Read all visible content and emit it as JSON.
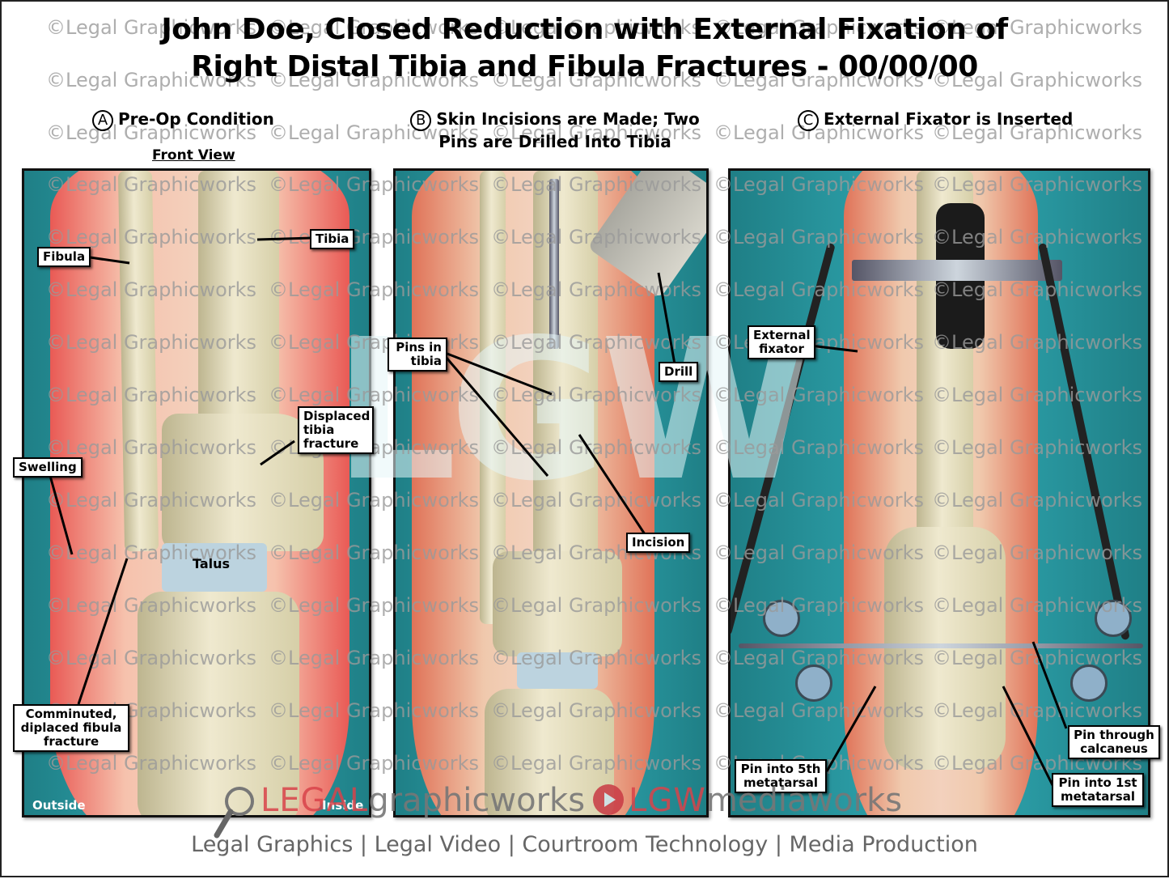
{
  "title": {
    "line1": "John Doe, Closed Reduction with External Fixation of",
    "line2": "Right Distal Tibia and Fibula Fractures - 00/00/00"
  },
  "watermark": "©Legal Graphicworks",
  "center_watermark": "LGW",
  "panels": [
    {
      "letter": "A",
      "heading": "Pre-Op Condition",
      "subheading": "Front View",
      "labels": {
        "fibula": "Fibula",
        "tibia": "Tibia",
        "displaced_tibia_fracture": "Displaced tibia fracture",
        "swelling": "Swelling",
        "talus": "Talus",
        "comminuted": "Comminuted, diplaced fibula fracture",
        "outside": "Outside",
        "inside": "Inside"
      }
    },
    {
      "letter": "B",
      "heading_line1": "Skin Incisions are Made; Two",
      "heading_line2": "Pins are Drilled Into Tibia",
      "labels": {
        "pins_in_tibia": "Pins in tibia",
        "drill": "Drill",
        "incision": "Incision"
      }
    },
    {
      "letter": "C",
      "heading": "External Fixator is Inserted",
      "labels": {
        "external_fixator": "External fixator",
        "pin_through_calcaneus": "Pin through calcaneus",
        "pin_5th_metatarsal": "Pin into 5th metatarsal",
        "pin_1st_metatarsal": "Pin into 1st metatarsal"
      }
    }
  ],
  "footer": {
    "logo_legal": "LEGAL",
    "logo_graphicworks": "graphicworks",
    "logo_lgw": "LGW",
    "logo_mediaworks": "mediaworks",
    "tagline": "Legal Graphics | Legal Video | Courtroom Technology | Media Production"
  },
  "colors": {
    "background_drape": "#2a9aa3",
    "swelling_red": "#e95a55",
    "bone": "#efe9cf",
    "logo_red": "#d9434a",
    "text_gray": "#666666"
  }
}
